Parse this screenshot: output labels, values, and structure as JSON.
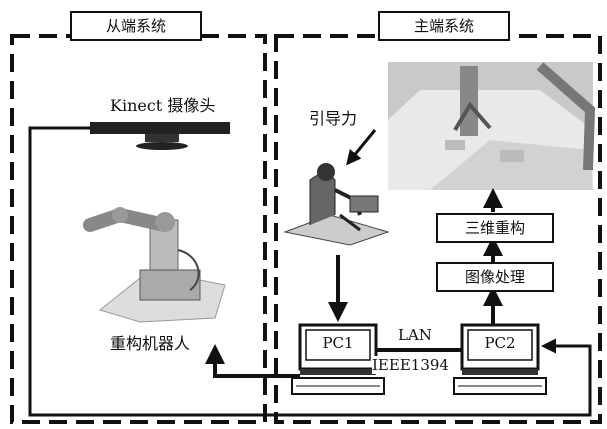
{
  "diagram": {
    "slave_title": "从端系统",
    "master_title": "主端系统",
    "kinect_label": "Kinect 摄像头",
    "robot_label": "重构机器人",
    "force_label": "引导力",
    "reconstruct_label": "三维重构",
    "image_proc_label": "图像处理",
    "pc1_label": "PC1",
    "pc2_label": "PC2",
    "lan_label": "LAN",
    "ieee_label": "IEEE1394"
  }
}
